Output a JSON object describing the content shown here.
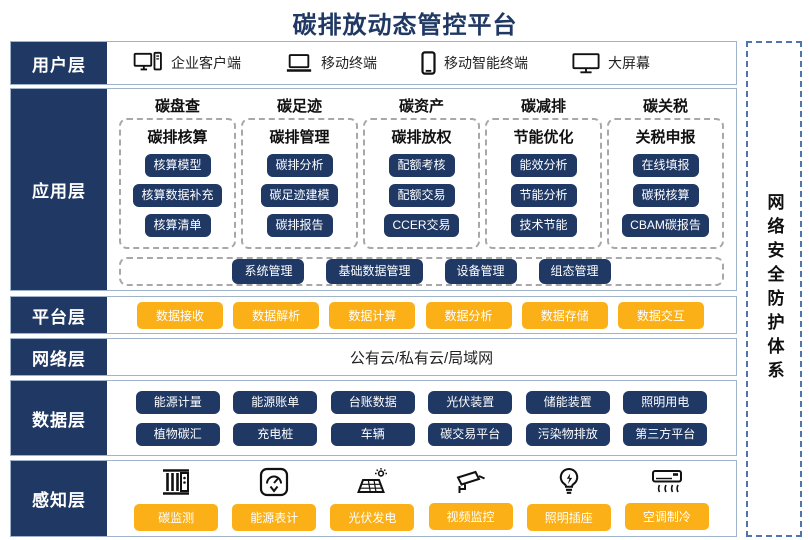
{
  "title": "碳排放动态管控平台",
  "security_bar": {
    "label": "网络安全防护体系"
  },
  "colors": {
    "navy": "#1F3864",
    "orange": "#FBB017",
    "row_border": "#9FB3CB",
    "dash_gray": "#A8A8A8",
    "dash_blue": "#4F74AE"
  },
  "layers": {
    "user": {
      "label": "用户层",
      "items": [
        {
          "icon": "desktop-pc-icon",
          "label": "企业客户端"
        },
        {
          "icon": "laptop-icon",
          "label": "移动终端"
        },
        {
          "icon": "smartphone-icon",
          "label": "移动智能终端"
        },
        {
          "icon": "big-screen-icon",
          "label": "大屏幕"
        }
      ]
    },
    "app": {
      "label": "应用层",
      "columns": [
        {
          "header": "碳盘查",
          "subheader": "碳排核算",
          "buttons": [
            "核算模型",
            "核算数据补充",
            "核算清单"
          ]
        },
        {
          "header": "碳足迹",
          "subheader": "碳排管理",
          "buttons": [
            "碳排分析",
            "碳足迹建模",
            "碳排报告"
          ]
        },
        {
          "header": "碳资产",
          "subheader": "碳排放权",
          "buttons": [
            "配额考核",
            "配额交易",
            "CCER交易"
          ]
        },
        {
          "header": "碳减排",
          "subheader": "节能优化",
          "buttons": [
            "能效分析",
            "节能分析",
            "技术节能"
          ]
        },
        {
          "header": "碳关税",
          "subheader": "关税申报",
          "buttons": [
            "在线填报",
            "碳税核算",
            "CBAM碳报告"
          ]
        }
      ],
      "common_buttons": [
        "系统管理",
        "基础数据管理",
        "设备管理",
        "组态管理"
      ]
    },
    "platform": {
      "label": "平台层",
      "buttons": [
        "数据接收",
        "数据解析",
        "数据计算",
        "数据分析",
        "数据存储",
        "数据交互"
      ]
    },
    "network": {
      "label": "网络层",
      "text": "公有云/私有云/局域网"
    },
    "data": {
      "label": "数据层",
      "rows": [
        [
          "能源计量",
          "能源账单",
          "台账数据",
          "光伏装置",
          "储能装置",
          "照明用电"
        ],
        [
          "植物碳汇",
          "充电桩",
          "车辆",
          "碳交易平台",
          "污染物排放",
          "第三方平台"
        ]
      ]
    },
    "sensing": {
      "label": "感知层",
      "items": [
        {
          "icon": "carbon-monitor-icon",
          "label": "碳监测"
        },
        {
          "icon": "voltmeter-icon",
          "label": "能源表计"
        },
        {
          "icon": "solar-panel-icon",
          "label": "光伏发电"
        },
        {
          "icon": "cctv-camera-icon",
          "label": "视频监控"
        },
        {
          "icon": "light-bulb-icon",
          "label": "照明插座"
        },
        {
          "icon": "air-conditioner-icon",
          "label": "空调制冷"
        }
      ]
    }
  }
}
